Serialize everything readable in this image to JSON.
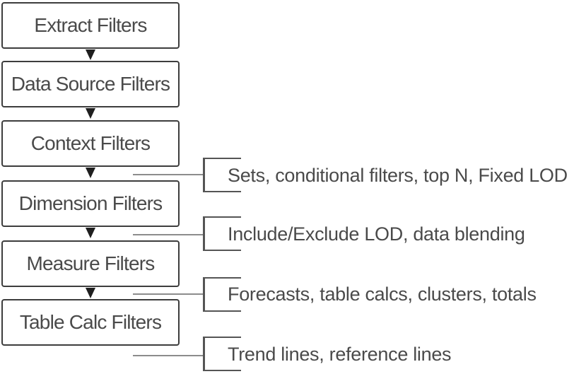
{
  "diagram": {
    "type": "flowchart",
    "boxes": [
      {
        "label": "Extract Filters"
      },
      {
        "label": "Data Source Filters"
      },
      {
        "label": "Context Filters"
      },
      {
        "label": "Dimension Filters"
      },
      {
        "label": "Measure Filters"
      },
      {
        "label": "Table Calc Filters"
      }
    ],
    "annotations": [
      {
        "label": "Sets, conditional filters, top N, Fixed LOD"
      },
      {
        "label": "Include/Exclude LOD, data blending"
      },
      {
        "label": "Forecasts, table calcs, clusters, totals"
      },
      {
        "label": "Trend lines, reference lines"
      }
    ],
    "colors": {
      "background": "#ffffff",
      "box_border": "#3d3d3d",
      "text": "#4a4a4a",
      "arrow": "#1f1f1f",
      "connector_line": "#8c8c8c",
      "bracket": "#555555"
    }
  }
}
